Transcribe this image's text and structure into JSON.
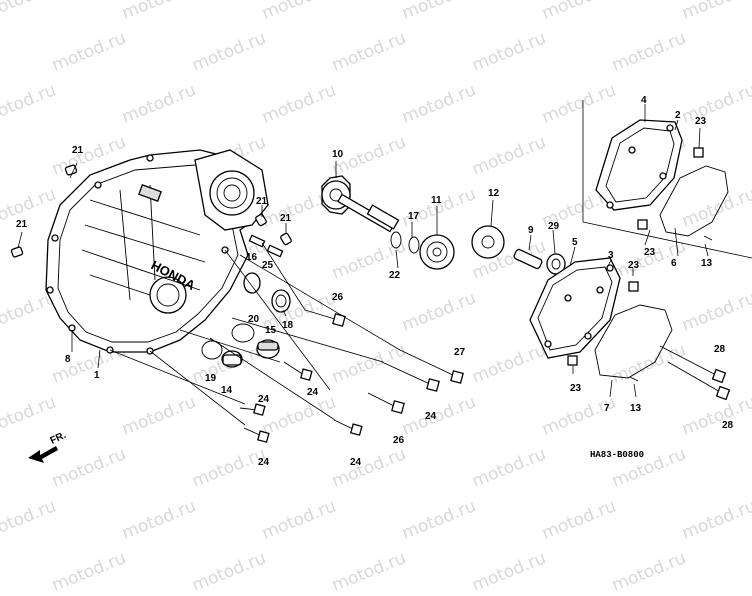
{
  "watermark": "motod.ru",
  "diagram_code": "HA83-B0800",
  "direction_label": "FR.",
  "callouts": [
    {
      "id": "c1",
      "label": "1"
    },
    {
      "id": "c2",
      "label": "2"
    },
    {
      "id": "c3",
      "label": "3"
    },
    {
      "id": "c4",
      "label": "4"
    },
    {
      "id": "c5",
      "label": "5"
    },
    {
      "id": "c6",
      "label": "6"
    },
    {
      "id": "c7",
      "label": "7"
    },
    {
      "id": "c8",
      "label": "8"
    },
    {
      "id": "c9",
      "label": "9"
    },
    {
      "id": "c10",
      "label": "10"
    },
    {
      "id": "c11",
      "label": "11"
    },
    {
      "id": "c12",
      "label": "12"
    },
    {
      "id": "c13a",
      "label": "13"
    },
    {
      "id": "c13b",
      "label": "13"
    },
    {
      "id": "c14",
      "label": "14"
    },
    {
      "id": "c15",
      "label": "15"
    },
    {
      "id": "c16",
      "label": "16"
    },
    {
      "id": "c17",
      "label": "17"
    },
    {
      "id": "c18",
      "label": "18"
    },
    {
      "id": "c19",
      "label": "19"
    },
    {
      "id": "c20",
      "label": "20"
    },
    {
      "id": "c21a",
      "label": "21"
    },
    {
      "id": "c21b",
      "label": "21"
    },
    {
      "id": "c21c",
      "label": "21"
    },
    {
      "id": "c21d",
      "label": "21"
    },
    {
      "id": "c22",
      "label": "22"
    },
    {
      "id": "c23a",
      "label": "23"
    },
    {
      "id": "c23b",
      "label": "23"
    },
    {
      "id": "c23c",
      "label": "23"
    },
    {
      "id": "c23d",
      "label": "23"
    },
    {
      "id": "c24a",
      "label": "24"
    },
    {
      "id": "c24b",
      "label": "24"
    },
    {
      "id": "c24c",
      "label": "24"
    },
    {
      "id": "c24d",
      "label": "24"
    },
    {
      "id": "c25",
      "label": "25"
    },
    {
      "id": "c26a",
      "label": "26"
    },
    {
      "id": "c26b",
      "label": "26"
    },
    {
      "id": "c27",
      "label": "27"
    },
    {
      "id": "c28a",
      "label": "28"
    },
    {
      "id": "c28b",
      "label": "28"
    },
    {
      "id": "c29",
      "label": "29"
    }
  ]
}
